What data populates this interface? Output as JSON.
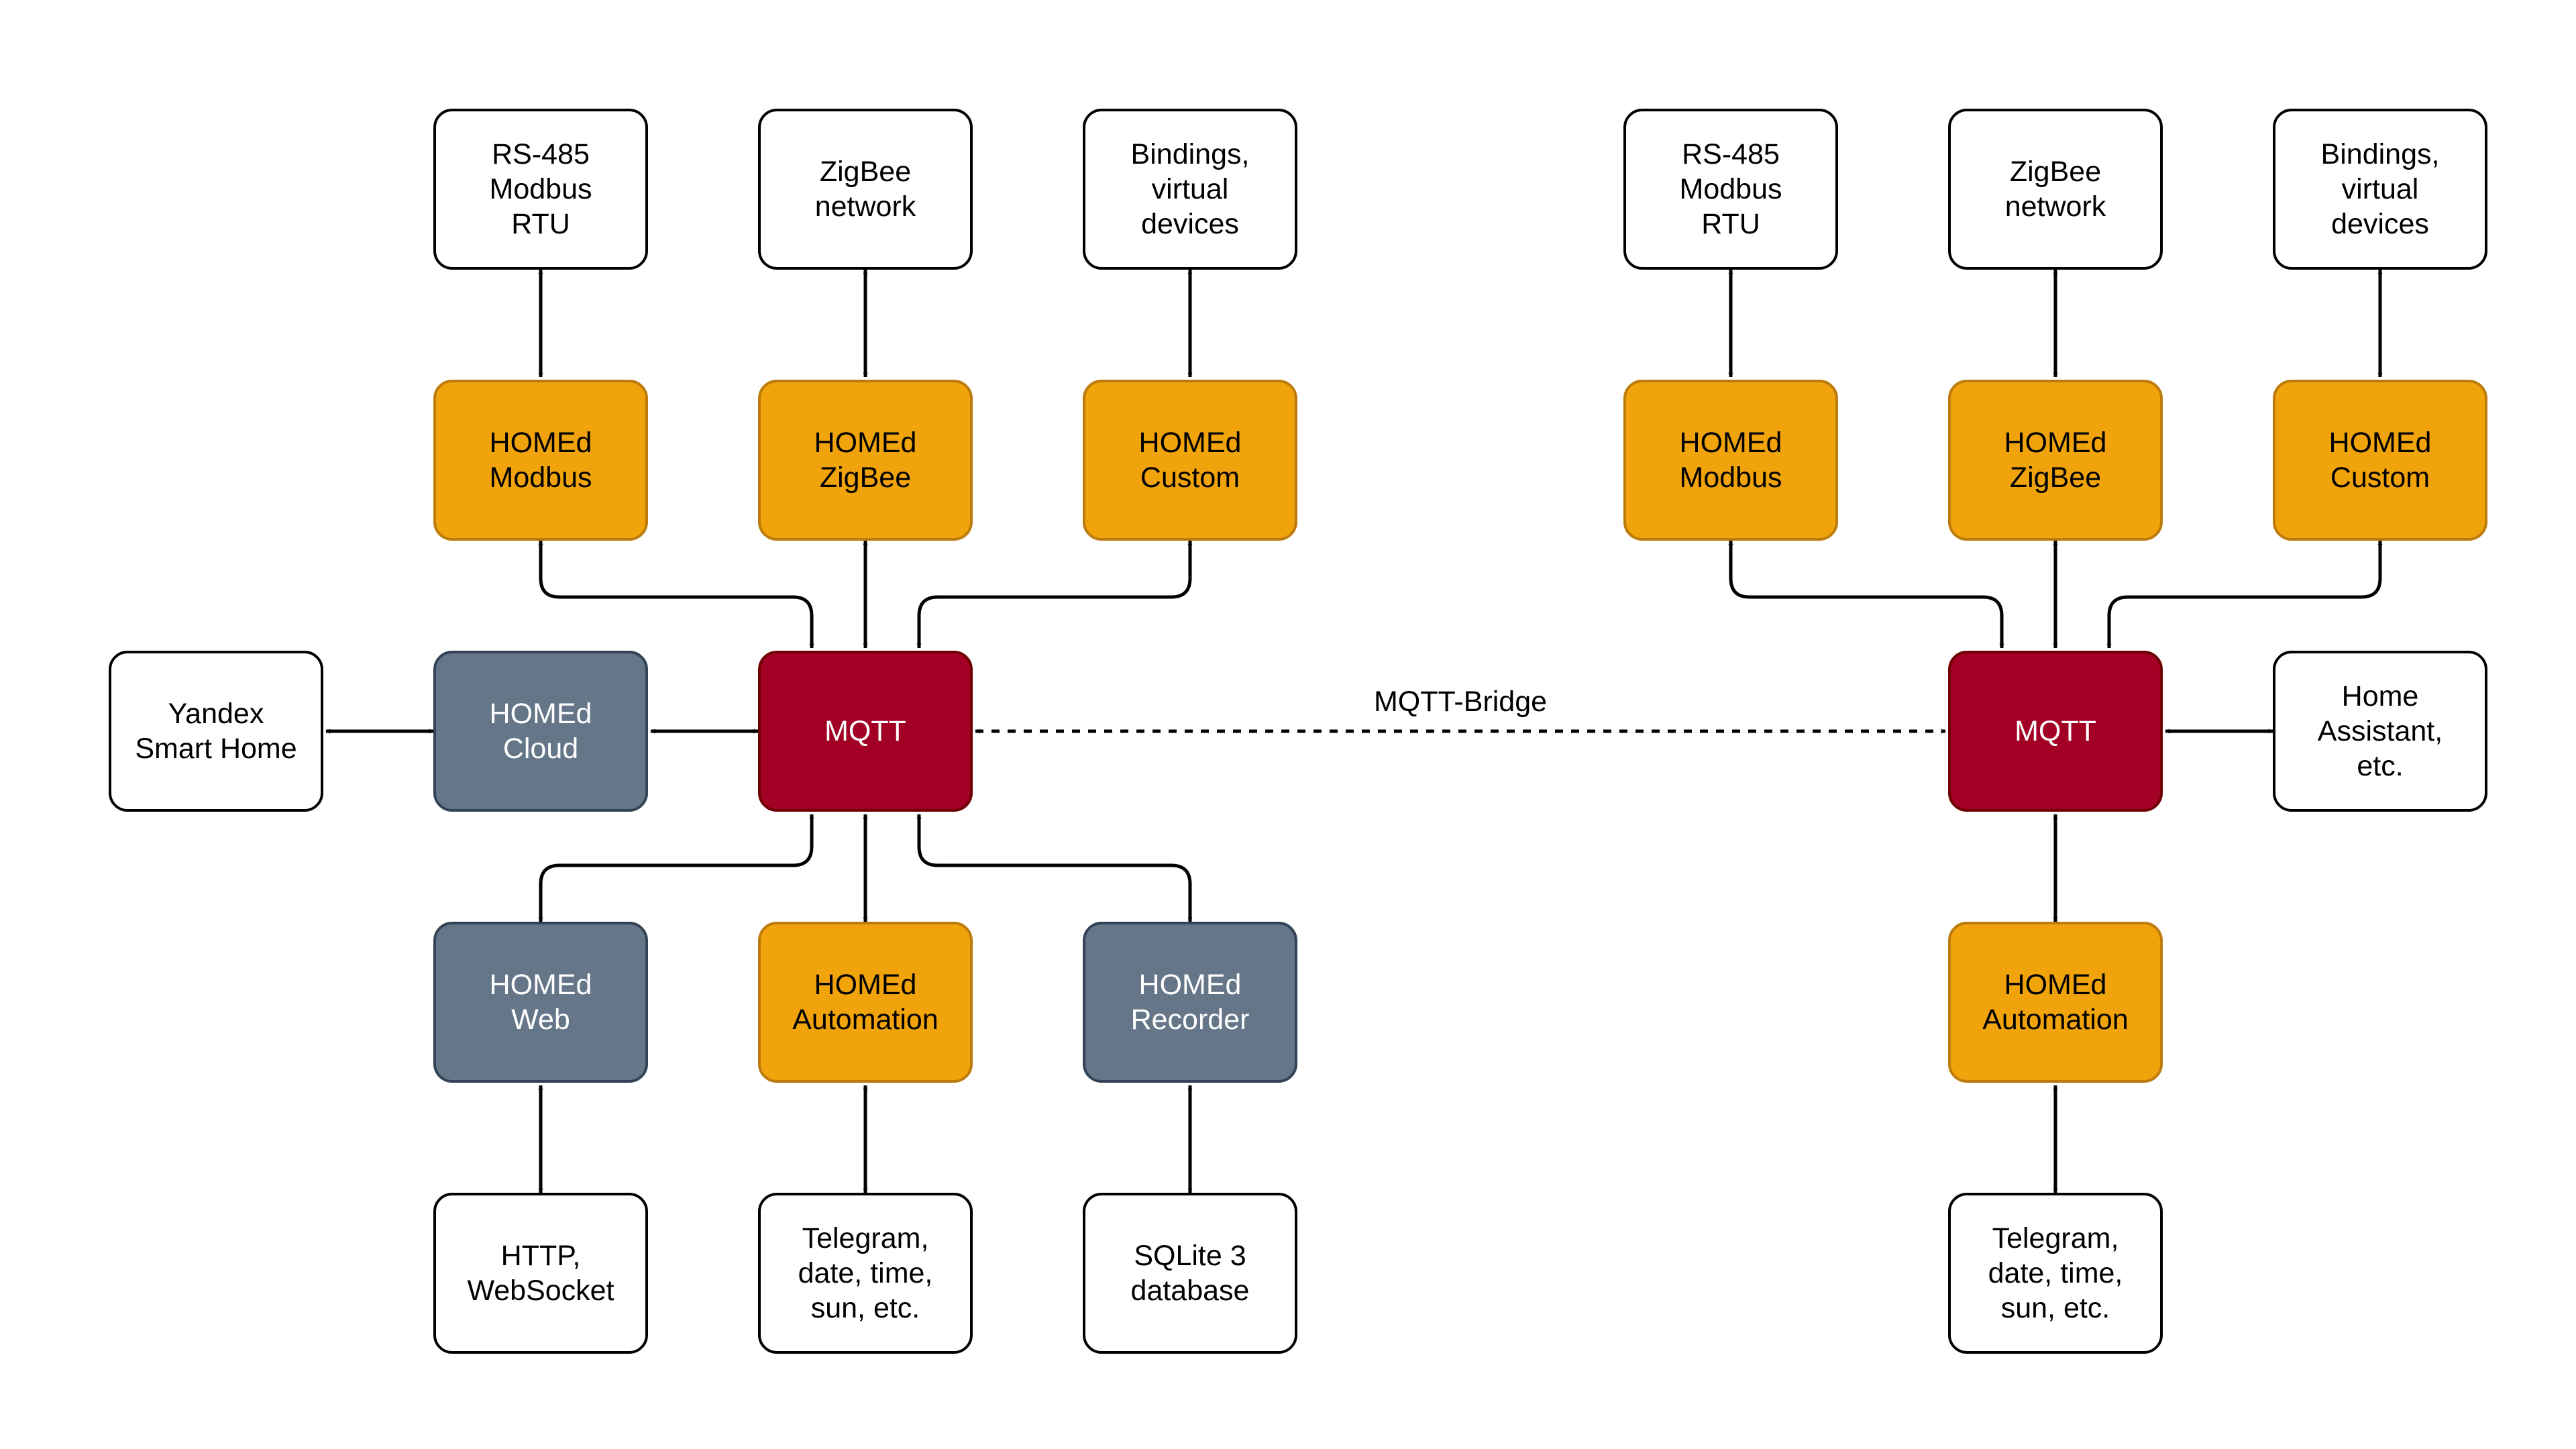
{
  "nodes": {
    "l_rs485": "RS-485\nModbus\nRTU",
    "l_zigbee_net": "ZigBee\nnetwork",
    "l_bindings": "Bindings,\nvirtual\ndevices",
    "l_modbus": "HOMEd\nModbus",
    "l_zigbee": "HOMEd\nZigBee",
    "l_custom": "HOMEd\nCustom",
    "l_yandex": "Yandex\nSmart Home",
    "l_cloud": "HOMEd\nCloud",
    "l_mqtt": "MQTT",
    "l_web": "HOMEd\nWeb",
    "l_automation": "HOMEd\nAutomation",
    "l_recorder": "HOMEd\nRecorder",
    "l_http": "HTTP,\nWebSocket",
    "l_telegram": "Telegram,\ndate, time,\nsun, etc.",
    "l_sqlite": "SQLite 3\ndatabase",
    "r_rs485": "RS-485\nModbus\nRTU",
    "r_zigbee_net": "ZigBee\nnetwork",
    "r_bindings": "Bindings,\nvirtual\ndevices",
    "r_modbus": "HOMEd\nModbus",
    "r_zigbee": "HOMEd\nZigBee",
    "r_custom": "HOMEd\nCustom",
    "r_mqtt": "MQTT",
    "r_home_assistant": "Home\nAssistant,\netc.",
    "r_automation": "HOMEd\nAutomation",
    "r_telegram": "Telegram,\ndate, time,\nsun, etc."
  },
  "bridge_label": "MQTT-Bridge",
  "colors": {
    "component_orange": "#f0a30a",
    "component_slate": "#647687",
    "broker_red": "#a20025",
    "external_white": "#ffffff",
    "edge": "#000000"
  }
}
